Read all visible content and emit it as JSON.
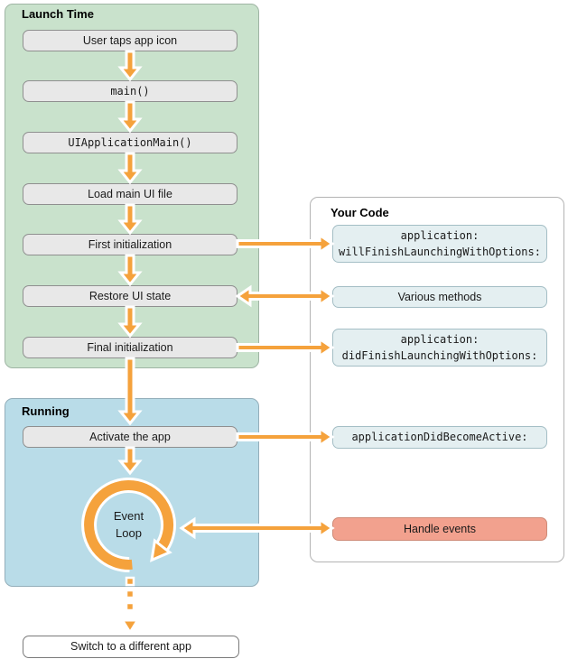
{
  "launch": {
    "title": "Launch Time",
    "steps": [
      "User taps app icon",
      "main()",
      "UIApplicationMain()",
      "Load main UI file",
      "First initialization",
      "Restore UI state",
      "Final initialization"
    ]
  },
  "running": {
    "title": "Running",
    "activate": "Activate the app",
    "event_loop": {
      "line1": "Event",
      "line2": "Loop"
    }
  },
  "your_code": {
    "title": "Your Code",
    "will_finish": {
      "line1": "application:",
      "line2": "willFinishLaunchingWithOptions:"
    },
    "various_methods": "Various methods",
    "did_finish": {
      "line1": "application:",
      "line2": "didFinishLaunchingWithOptions:"
    },
    "did_become_active": "applicationDidBecomeActive:",
    "handle_events": "Handle events"
  },
  "switch_app": "Switch to a different app",
  "colors": {
    "panel_green": "#c9e2cc",
    "panel_blue": "#b9dce8",
    "step_box": "#e8e8e8",
    "code_box": "#e4eff1",
    "handler_box": "#f2a18e",
    "arrow_orange": "#f5a23c"
  }
}
